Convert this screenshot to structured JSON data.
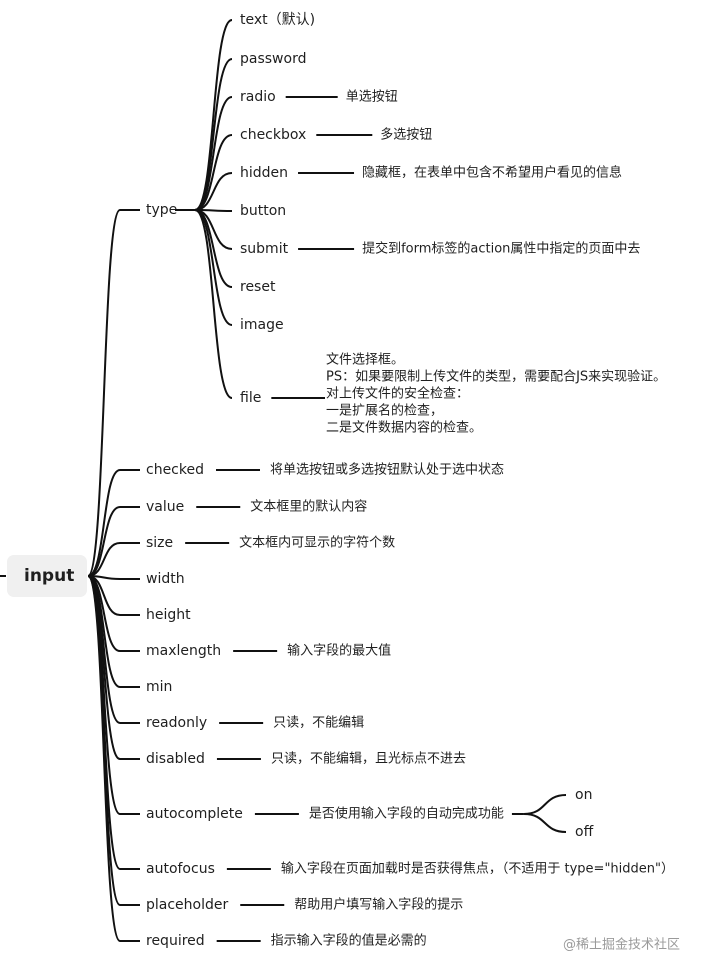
{
  "root": "input",
  "type_node": {
    "label": "type",
    "children": [
      {
        "label": "text（默认)"
      },
      {
        "label": "password"
      },
      {
        "label": "radio",
        "desc": [
          "单选按钮"
        ]
      },
      {
        "label": "checkbox",
        "desc": [
          "多选按钮"
        ]
      },
      {
        "label": "hidden",
        "desc": [
          "隐藏框，在表单中包含不希望用户看见的信息"
        ]
      },
      {
        "label": "button"
      },
      {
        "label": "submit",
        "desc": [
          "提交到form标签的action属性中指定的页面中去"
        ]
      },
      {
        "label": "reset"
      },
      {
        "label": "image"
      },
      {
        "label": "file",
        "desc": [
          "文件选择框。",
          "PS：如果要限制上传文件的类型，需要配合JS来实现验证。",
          "对上传文件的安全检查：",
          "一是扩展名的检查，",
          "二是文件数据内容的检查。"
        ]
      }
    ]
  },
  "attributes": [
    {
      "label": "checked",
      "desc": [
        "将单选按钮或多选按钮默认处于选中状态"
      ]
    },
    {
      "label": "value",
      "desc": [
        "文本框里的默认内容"
      ]
    },
    {
      "label": "size",
      "desc": [
        "文本框内可显示的字符个数"
      ]
    },
    {
      "label": "width"
    },
    {
      "label": "height"
    },
    {
      "label": "maxlength",
      "desc": [
        "输入字段的最大值"
      ]
    },
    {
      "label": "min"
    },
    {
      "label": "readonly",
      "desc": [
        "只读，不能编辑"
      ]
    },
    {
      "label": "disabled",
      "desc": [
        "只读，不能编辑，且光标点不进去"
      ]
    },
    {
      "label": "autocomplete",
      "desc": [
        "是否使用输入字段的自动完成功能"
      ],
      "options": [
        "on",
        "off"
      ]
    },
    {
      "label": "autofocus",
      "desc": [
        "输入字段在页面加载时是否获得焦点，（不适用于 type=\"hidden\"）"
      ]
    },
    {
      "label": "placeholder",
      "desc": [
        "帮助用户填写输入字段的提示"
      ]
    },
    {
      "label": "required",
      "desc": [
        "指示输入字段的值是必需的"
      ]
    }
  ],
  "watermark": "@稀土掘金技术社区",
  "colors": {
    "line": "#111111",
    "root_bg": "#f0f0f0",
    "text": "#1f1f1f",
    "watermark": "#9a9a9a"
  }
}
